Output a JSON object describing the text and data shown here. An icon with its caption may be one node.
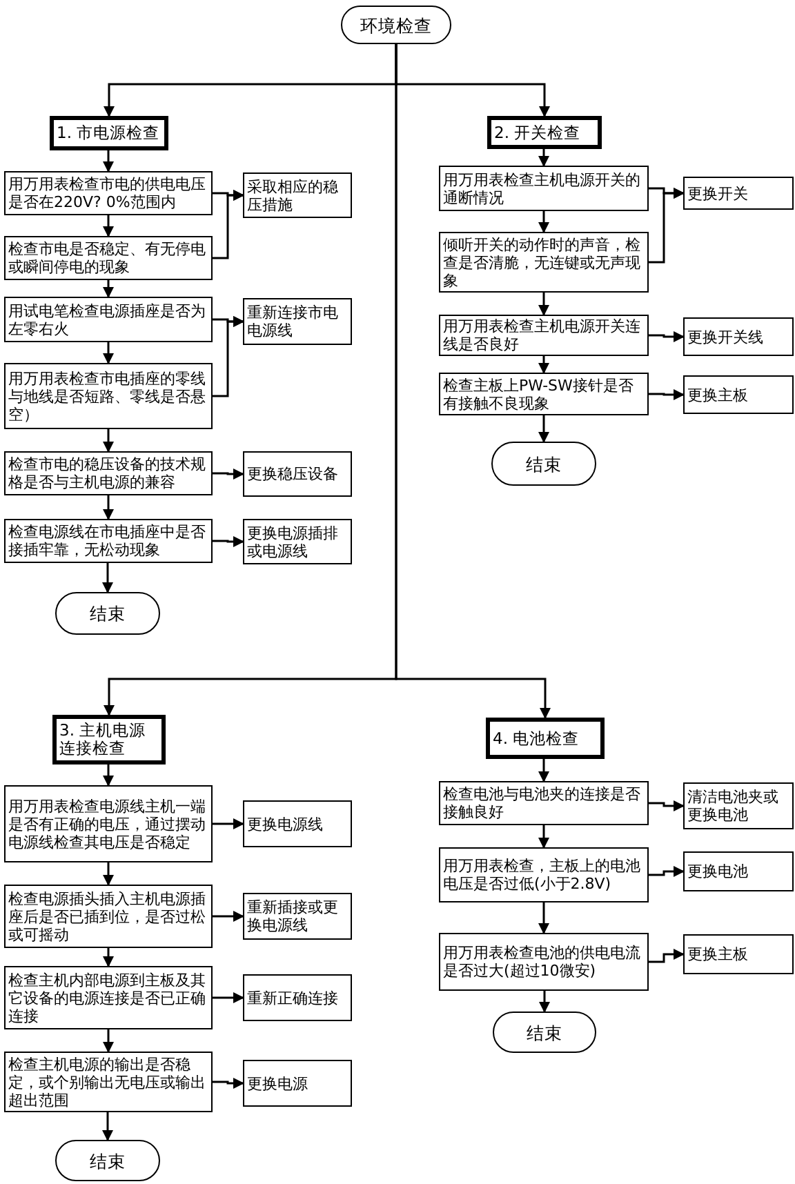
{
  "diagram": {
    "nodes": [
      {
        "text": [
          "环境检查"
        ]
      },
      {
        "text": [
          "1. 市电源检查"
        ]
      },
      {
        "text": [
          "用万用表检查市电的供电电压是否在220V? 0%范围内"
        ]
      },
      {
        "text": [
          "检查市电是否稳定、有无停电或瞬间停电的现象"
        ]
      },
      {
        "text": [
          "采取相应的稳压措施"
        ]
      },
      {
        "text": [
          "用试电笔检查电源插座是否为左零右火"
        ]
      },
      {
        "text": [
          "用万用表检查市电插座的零线与地线是否短路、零线是否悬空）"
        ]
      },
      {
        "text": [
          "重新连接市电电源线"
        ]
      },
      {
        "text": [
          "检查市电的稳压设备的技术规格是否与主机电源的兼容"
        ]
      },
      {
        "text": [
          "更换稳压设备"
        ]
      },
      {
        "text": [
          "检查电源线在市电插座中是否接插牢靠，无松动现象"
        ]
      },
      {
        "text": [
          "更换电源插排或电源线"
        ]
      },
      {
        "text": [
          "结束"
        ]
      },
      {
        "text": [
          "2. 开关检查"
        ]
      },
      {
        "text": [
          "用万用表检查主机电源开关的通断情况"
        ]
      },
      {
        "text": [
          "更换开关"
        ]
      },
      {
        "text": [
          "倾听开关的动作时的声音，检查是否清脆，无连键或无声现象"
        ]
      },
      {
        "text": [
          "用万用表检查主机电源开关连线是否良好"
        ]
      },
      {
        "text": [
          "更换开关线"
        ]
      },
      {
        "text": [
          "检查主板上PW-SW接针是否有接触不良现象"
        ]
      },
      {
        "text": [
          "更换主板"
        ]
      },
      {
        "text": [
          "结束"
        ]
      },
      {
        "text": [
          "3. 主机电源连接检查"
        ]
      },
      {
        "text": [
          "用万用表检查电源线主机一端是否有正确的电压，通过摆动电源线检查其电压是否稳定"
        ]
      },
      {
        "text": [
          "更换电源线"
        ]
      },
      {
        "text": [
          "检查电源插头插入主机电源插座后是否已插到位，是否过松或可摇动"
        ]
      },
      {
        "text": [
          "重新插接或更换电源线"
        ]
      },
      {
        "text": [
          "检查主机内部电源到主板及其它设备的电源连接是否已正确连接"
        ]
      },
      {
        "text": [
          "重新正确连接"
        ]
      },
      {
        "text": [
          "检查主机电源的输出是否稳定，或个别输出无电压或输出超出范围"
        ]
      },
      {
        "text": [
          "更换电源"
        ]
      },
      {
        "text": [
          "结束"
        ]
      },
      {
        "text": [
          "4. 电池检查"
        ]
      },
      {
        "text": [
          "检查电池与电池夹的连接是否接触良好"
        ]
      },
      {
        "text": [
          "清洁电池夹或更换电池"
        ]
      },
      {
        "text": [
          "用万用表检查，主板上的电池电压是否过低(小于2.8V)"
        ]
      },
      {
        "text": [
          "更换电池"
        ]
      },
      {
        "text": [
          "用万用表检查电池的供电电流是否过大(超过10微安)"
        ]
      },
      {
        "text": [
          "更换主板"
        ]
      },
      {
        "text": [
          "结束"
        ]
      }
    ],
    "edges": [
      {
        "from": 0,
        "to": 1,
        "arrow": "to"
      },
      {
        "from": 0,
        "to": 13,
        "arrow": "to"
      },
      {
        "from": 0,
        "to": 22,
        "arrow": "to"
      },
      {
        "from": 0,
        "to": 32,
        "arrow": "to"
      },
      {
        "from": 1,
        "to": 2,
        "arrow": "to"
      },
      {
        "from": 2,
        "to": 3,
        "arrow": "to"
      },
      {
        "from": 2,
        "to": 4,
        "arrow": "to"
      },
      {
        "from": 3,
        "to": 4,
        "arrow": "to"
      },
      {
        "from": 3,
        "to": 5,
        "arrow": "to"
      },
      {
        "from": 5,
        "to": 6,
        "arrow": "to"
      },
      {
        "from": 5,
        "to": 7,
        "arrow": "to"
      },
      {
        "from": 6,
        "to": 7,
        "arrow": "to"
      },
      {
        "from": 6,
        "to": 8,
        "arrow": "to"
      },
      {
        "from": 8,
        "to": 9,
        "arrow": "to"
      },
      {
        "from": 8,
        "to": 10,
        "arrow": "to"
      },
      {
        "from": 10,
        "to": 11,
        "arrow": "to"
      },
      {
        "from": 10,
        "to": 12,
        "arrow": "to"
      },
      {
        "from": 13,
        "to": 14,
        "arrow": "to"
      },
      {
        "from": 14,
        "to": 15,
        "arrow": "to"
      },
      {
        "from": 14,
        "to": 16,
        "arrow": "to"
      },
      {
        "from": 16,
        "to": 15,
        "arrow": "to"
      },
      {
        "from": 16,
        "to": 17,
        "arrow": "to"
      },
      {
        "from": 17,
        "to": 18,
        "arrow": "to"
      },
      {
        "from": 17,
        "to": 19,
        "arrow": "to"
      },
      {
        "from": 19,
        "to": 20,
        "arrow": "to"
      },
      {
        "from": 19,
        "to": 21,
        "arrow": "to"
      },
      {
        "from": 22,
        "to": 23,
        "arrow": "to"
      },
      {
        "from": 23,
        "to": 24,
        "arrow": "to"
      },
      {
        "from": 23,
        "to": 25,
        "arrow": "to"
      },
      {
        "from": 25,
        "to": 26,
        "arrow": "to"
      },
      {
        "from": 25,
        "to": 27,
        "arrow": "to"
      },
      {
        "from": 27,
        "to": 28,
        "arrow": "to"
      },
      {
        "from": 27,
        "to": 29,
        "arrow": "to"
      },
      {
        "from": 29,
        "to": 30,
        "arrow": "to"
      },
      {
        "from": 29,
        "to": 31,
        "arrow": "to"
      },
      {
        "from": 32,
        "to": 33,
        "arrow": "to"
      },
      {
        "from": 33,
        "to": 34,
        "arrow": "to"
      },
      {
        "from": 33,
        "to": 35,
        "arrow": "to"
      },
      {
        "from": 35,
        "to": 36,
        "arrow": "to"
      },
      {
        "from": 35,
        "to": 37,
        "arrow": "to"
      },
      {
        "from": 37,
        "to": 38,
        "arrow": "to"
      },
      {
        "from": 37,
        "to": 39,
        "arrow": "to"
      }
    ]
  }
}
